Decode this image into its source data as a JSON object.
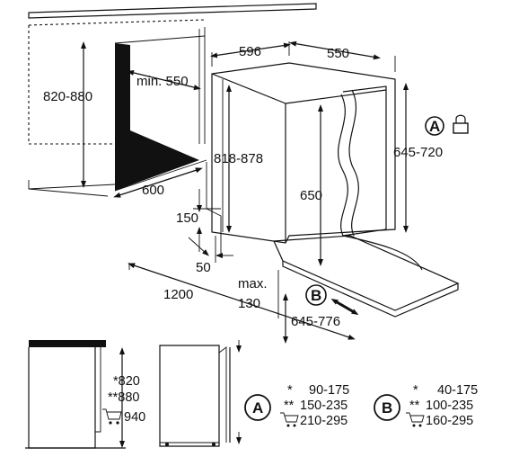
{
  "dimensions": {
    "niche_height": "820-880",
    "min_depth": "min. 550",
    "niche_width": "600",
    "appliance_width": "596",
    "appliance_depth": "550",
    "appliance_height": "818-878",
    "door_height": "645-720",
    "inner_height": "650",
    "plinth_height": "150",
    "plinth_gap": "50",
    "total_depth": "1200",
    "max_label": "max.",
    "max_value": "130",
    "door_open": "645-776"
  },
  "markers": {
    "a": "A",
    "b": "B",
    "lock_icon": "lock-icon"
  },
  "side_view": {
    "h1": "*820",
    "h2": "**880",
    "h3": "940",
    "cart_icon": "cart-icon"
  },
  "table_a": {
    "letter": "A",
    "row1_mark": "*",
    "row1_value": "90-175",
    "row2_mark": "**",
    "row2_value": "150-235",
    "row3_value": "210-295"
  },
  "table_b": {
    "letter": "B",
    "row1_mark": "*",
    "row1_value": "40-175",
    "row2_mark": "**",
    "row2_value": "100-235",
    "row3_value": "160-295"
  }
}
